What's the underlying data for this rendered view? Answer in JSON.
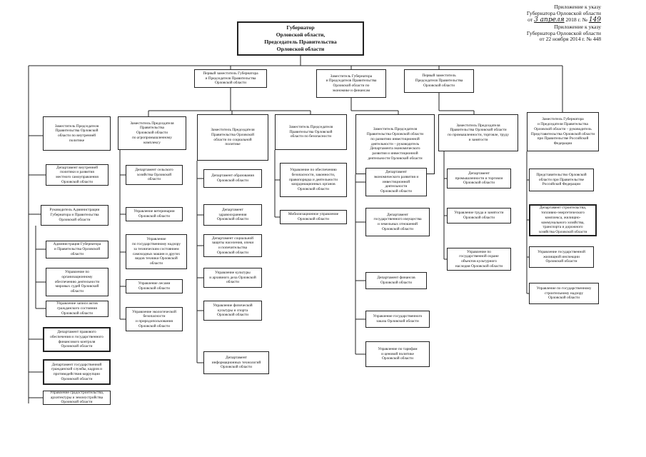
{
  "header": {
    "appendix1": "Приложение к указу",
    "governor1": "Губернатора Орловской области",
    "date1_prefix": "от",
    "date1_day": "3 апреля",
    "date1_year": "2018 г. №",
    "date1_number": "149",
    "appendix2": "Приложение к указу",
    "governor2": "Губернатора Орловской области",
    "date2": "от 22 ноября 2014 г. № 448"
  },
  "governor": "Губернатор\nОрловской области,\nПредседатель Правительства\nОрловской области",
  "level2": {
    "first_deputy_1": "Первый заместитель Губернатора\nи Председателя Правительства\nОрловской области",
    "deputy_economic": "Заместитель Губернатора\nи Председателя Правительства\nОрловской области по\nэкономике и финансам",
    "first_deputy_2": "Первый заместитель\nПредседателя Правительства\nОрловской области"
  },
  "level3": {
    "internal_policy": "Заместитель Председателя\nПравительства Орловской\nобласти по внутренней\nполитике",
    "agro": "Заместитель Председателя\nПравительства\nОрловской области\nпо агропромышленному\nкомплексу",
    "social": "Заместитель Председателя\nПравительства Орловской\nобласти по социальной\nполитике",
    "security": "Заместитель Председателя\nПравительства Орловской\nобласти по безопасности",
    "investment": "Заместитель Председателя\nПравительства Орловской области\nпо развитию инвестиционной\nдеятельности – руководитель\nДепартамента экономического\nразвития и инвестиционной\nдеятельности Орловской области",
    "industry": "Заместитель Председателя\nПравительства Орловской области\nпо промышленности, торговле, труду\nи занятости",
    "representative": "Заместитель Губернатора\nи Председателя Правительства\nОрловской области – руководитель\nПредставительства Орловской области\nпри Правительстве Российской\nФедерации"
  },
  "col1": {
    "dept_internal": "Департамент внутренней\nполитики и развития\nместного самоуправления\nОрловской области",
    "head_admin": "Руководитель Администрации\nГубернатора и Правительства\nОрловской области",
    "administration": "Администрация Губернатора\nи Правительства Орловской\nобласти",
    "org_support": "Управление по\nорганизационному\nобеспечению деятельности\nмировых судей Орловской\nобласти",
    "civil_registry": "Управление записи актов\nгражданского состояния\nОрловской области",
    "legal": "Департамент правового\nобеспечения и государственного\nфинансового контроля\nОрловской области",
    "civil_service": "Департамент государственной\nгражданской службы, кадров и\nпротиводействия коррупции\nОрловской области",
    "architecture": "Управление градостроительства,\nархитектуры и землеустройства\nОрловской области"
  },
  "col2": {
    "dept_agriculture": "Департамент сельского\nхозяйства Орловской\nобласти",
    "veterinary": "Управление ветеринарии\nОрловской области",
    "tech_supervision": "Управление\nпо государственному надзору\nза техническим состоянием\nсамоходных машин и других\nвидов техники Орловской\nобласти",
    "forestry": "Управление лесами\nОрловской области",
    "ecology": "Управление экологической\nбезопасности\nи природопользования\nОрловской области"
  },
  "col3": {
    "education": "Департамент образования\nОрловской области",
    "health": "Департамент\nздравоохранения\nОрловской области",
    "social_protection": "Департамент социальной\nзащиты населения, опеки\nи попечительства\nОрловской области",
    "culture": "Управление культуры\nи архивного дела Орловской\nобласти",
    "sport": "Управление физической\nкультуры и спорта\nОрловской области",
    "it": "Департамент\nинформационных технологий\nОрловской области"
  },
  "col4": {
    "security_dept": "Управление по обеспечению\nбезопасности, законности,\nправопорядка и деятельности\nкоординационных органов\nОрловской области",
    "mobilization": "Мобилизационное управление\nОрловской области"
  },
  "col5": {
    "economic_dev": "Департамент\nэкономического развития и\nинвестиционной\nдеятельности\nОрловской области",
    "property": "Департамент\nгосударственного имущества\nи земельных отношений\nОрловской области",
    "finance": "Департамент финансов\nОрловской области",
    "procurement": "Управление государственного\nзаказа Орловской области",
    "tariffs": "Управление по тарифам\nи ценовой политике\nОрловской области"
  },
  "col6": {
    "industry_dept": "Департамент\nпромышленности и торговли\nОрловской области",
    "labor": "Управление труда и занятости\nОрловской области",
    "heritage": "Управление по\nгосударственной охране\nобъектов культурного\nнаследия Орловской области"
  },
  "col7": {
    "rep_office": "Представительство Орловской\nобласти при Правительстве\nРоссийской Федерации",
    "construction": "Департамент строительства,\nтопливно-энергетического\nкомплекса, жилищно-\nкоммунального хозяйства,\nтранспорта и дорожного\nхозяйства Орловской области",
    "housing_inspection": "Управление государственной\nжилищной инспекции\nОрловской области",
    "construction_supervision": "Управление по государственному\nстроительному надзору\nОрловской области"
  }
}
